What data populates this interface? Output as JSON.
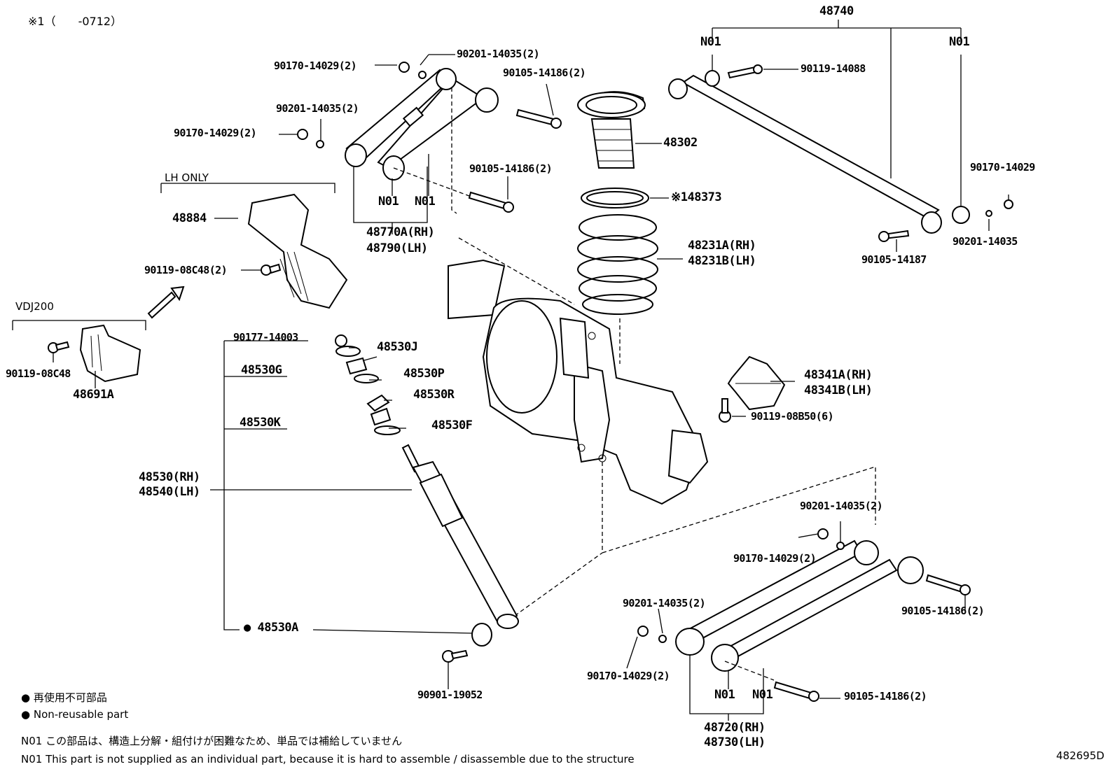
{
  "header": {
    "footnote_ref": "※1（　　-0712）"
  },
  "diagram_id": "482695D",
  "groups": {
    "lh_only": "LH ONLY",
    "vdj200": "VDJ200"
  },
  "labels": {
    "p48740": "48740",
    "n01_a": "N01",
    "n01_b": "N01",
    "p90119_14088": "90119-14088",
    "p90170_14029_tl1": "90170-14029(2)",
    "p90201_14035_tl1": "90201-14035(2)",
    "p90105_14186_t1": "90105-14186(2)",
    "p90201_14035_tl2": "90201-14035(2)",
    "p90170_14029_tl2": "90170-14029(2)",
    "p90105_14186_t2": "90105-14186(2)",
    "n01_c": "N01",
    "n01_d": "N01",
    "p48770A": "48770A(RH)",
    "p48790": "48790(LH)",
    "p48302": "48302",
    "p48373": "※148373",
    "p48231A": "48231A(RH)",
    "p48231B": "48231B(LH)",
    "p90170_14029_r": "90170-14029",
    "p90201_14035_r": "90201-14035",
    "p90105_14187": "90105-14187",
    "p48884": "48884",
    "p90119_08C48_2": "90119-08C48(2)",
    "p90119_08C48": "90119-08C48",
    "p48691A": "48691A",
    "p90177_14003": "90177-14003",
    "p48530J": "48530J",
    "p48530G": "48530G",
    "p48530P": "48530P",
    "p48530R": "48530R",
    "p48530K": "48530K",
    "p48530F": "48530F",
    "p48530": "48530(RH)",
    "p48540": "48540(LH)",
    "p48530A": "48530A",
    "p48341A": "48341A(RH)",
    "p48341B": "48341B(LH)",
    "p90119_08B50": "90119-08B50(6)",
    "p90201_14035_br1": "90201-14035(2)",
    "p90170_14029_br1": "90170-14029(2)",
    "p90105_14186_br1": "90105-14186(2)",
    "p90201_14035_br2": "90201-14035(2)",
    "p90170_14029_br2": "90170-14029(2)",
    "p90105_14186_br2": "90105-14186(2)",
    "p90901_19052": "90901-19052",
    "n01_e": "N01",
    "n01_f": "N01",
    "p48720": "48720(RH)",
    "p48730": "48730(LH)"
  },
  "legend": {
    "nonreusable_jp": "● 再使用不可部品",
    "nonreusable_en": "● Non-reusable part",
    "n01_jp": "N01  この部品は、構造上分解・組付けが困難なため、単品では補給していません",
    "n01_en": "N01  This part is not supplied as an individual part, because it is hard to assemble / disassemble due to the structure"
  }
}
